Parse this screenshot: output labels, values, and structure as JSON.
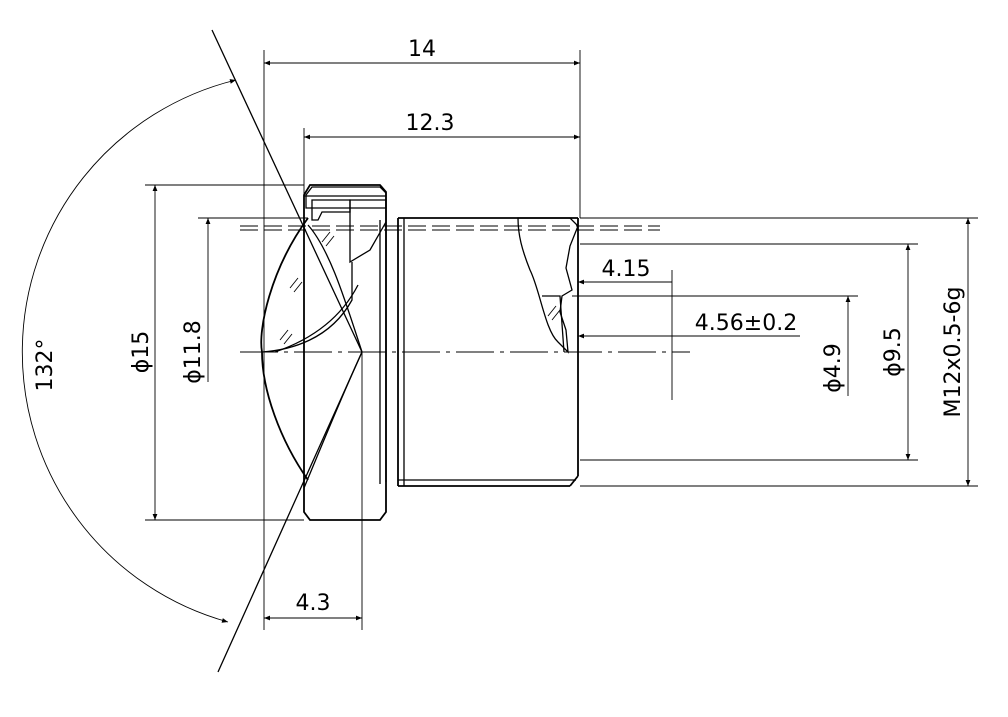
{
  "drawing": {
    "dimensions": {
      "overall_length": "14",
      "body_length": "12.3",
      "front_length": "4.3",
      "angle": "132°",
      "outer_diameter": "ϕ15",
      "lens_diameter": "ϕ11.8",
      "thread_depth": "4.15",
      "back_focus": "4.56±0.2",
      "inner_diameter": "ϕ4.9",
      "bore_diameter": "ϕ9.5",
      "thread_spec": "M12x0.5-6g"
    }
  }
}
